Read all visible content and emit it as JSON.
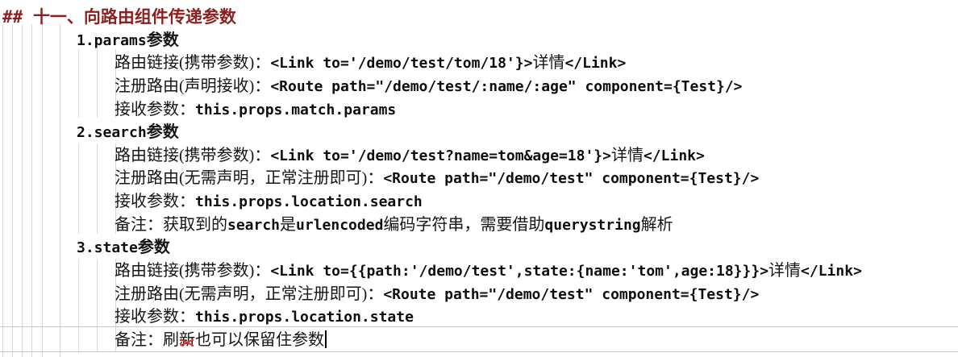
{
  "colors": {
    "background": "#ffffff",
    "heading": "#8b2121",
    "text": "#151515",
    "code": "#0e0e0e",
    "guide": "#d9d9d9",
    "table_border": "#c8c8c8",
    "annotation_red": "#e03131",
    "caret": "#000000"
  },
  "document": {
    "caret_visible": true,
    "lines": [
      {
        "level": "heading",
        "segments": [
          {
            "k": "code",
            "t": "## "
          },
          {
            "k": "zh",
            "t": "十一、向路由组件传递参数"
          }
        ]
      },
      {
        "level": "item",
        "segments": [
          {
            "k": "code",
            "t": "1.params"
          },
          {
            "k": "zh",
            "t": "参数"
          }
        ]
      },
      {
        "level": "detail",
        "segments": [
          {
            "k": "zh",
            "t": "路由链接(携带参数)："
          },
          {
            "k": "code",
            "t": "<Link to='/demo/test/tom/18'}>"
          },
          {
            "k": "zh",
            "t": "详情"
          },
          {
            "k": "code",
            "t": "</Link>"
          }
        ]
      },
      {
        "level": "detail",
        "segments": [
          {
            "k": "zh",
            "t": "注册路由(声明接收)："
          },
          {
            "k": "code",
            "t": "<Route path=\"/demo/test/:name/:age\" component={Test}/>"
          }
        ]
      },
      {
        "level": "detail",
        "segments": [
          {
            "k": "zh",
            "t": "接收参数："
          },
          {
            "k": "code",
            "t": "this.props.match.params"
          }
        ]
      },
      {
        "level": "item",
        "segments": [
          {
            "k": "code",
            "t": "2.search"
          },
          {
            "k": "zh",
            "t": "参数"
          }
        ]
      },
      {
        "level": "detail",
        "segments": [
          {
            "k": "zh",
            "t": "路由链接(携带参数)："
          },
          {
            "k": "code",
            "t": "<Link to='/demo/test?name=tom&age=18'}>"
          },
          {
            "k": "zh",
            "t": "详情"
          },
          {
            "k": "code",
            "t": "</Link>"
          }
        ]
      },
      {
        "level": "detail",
        "segments": [
          {
            "k": "zh",
            "t": "注册路由(无需声明，正常注册即可)："
          },
          {
            "k": "code",
            "t": "<Route path=\"/demo/test\" component={Test}/>"
          }
        ]
      },
      {
        "level": "detail",
        "segments": [
          {
            "k": "zh",
            "t": "接收参数："
          },
          {
            "k": "code",
            "t": "this.props.location.search"
          }
        ]
      },
      {
        "level": "detail",
        "segments": [
          {
            "k": "zh",
            "t": "备注：获取到的"
          },
          {
            "k": "code",
            "t": "search"
          },
          {
            "k": "zh",
            "t": "是"
          },
          {
            "k": "code",
            "t": "urlencoded"
          },
          {
            "k": "zh",
            "t": "编码字符串，需要借助"
          },
          {
            "k": "code",
            "t": "querystring"
          },
          {
            "k": "zh",
            "t": "解析"
          }
        ]
      },
      {
        "level": "item",
        "segments": [
          {
            "k": "code",
            "t": "3.state"
          },
          {
            "k": "zh",
            "t": "参数"
          }
        ]
      },
      {
        "level": "detail",
        "segments": [
          {
            "k": "zh",
            "t": "路由链接(携带参数)："
          },
          {
            "k": "code",
            "t": "<Link to={{path:'/demo/test',state:{name:'tom',age:18}}}>"
          },
          {
            "k": "zh",
            "t": "详情"
          },
          {
            "k": "code",
            "t": "</Link>"
          }
        ]
      },
      {
        "level": "detail",
        "segments": [
          {
            "k": "zh",
            "t": "注册路由(无需声明，正常注册即可)："
          },
          {
            "k": "code",
            "t": "<Route path=\"/demo/test\" component={Test}/>"
          }
        ]
      },
      {
        "level": "detail",
        "segments": [
          {
            "k": "zh",
            "t": "接收参数："
          },
          {
            "k": "code",
            "t": "this.props.location.state"
          }
        ]
      },
      {
        "level": "detail",
        "segments": [
          {
            "k": "zh",
            "t": "备注：刷"
          },
          {
            "k": "zh-red",
            "t": "新"
          },
          {
            "k": "zh",
            "t": "也可以保留住参数"
          },
          {
            "k": "caret",
            "t": ""
          }
        ]
      }
    ]
  }
}
